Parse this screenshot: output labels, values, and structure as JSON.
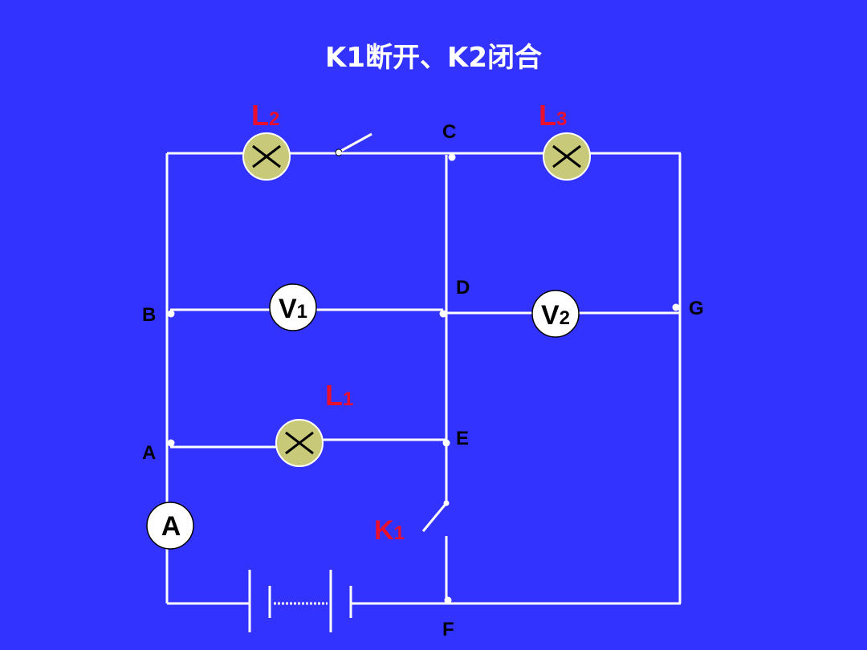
{
  "title": "K1断开、K2闭合",
  "labels": {
    "L2": {
      "main": "L",
      "sub": "2"
    },
    "L3": {
      "main": "L",
      "sub": "3"
    },
    "L1": {
      "main": "L",
      "sub": "1"
    },
    "K1": {
      "main": "K",
      "sub": "1"
    }
  },
  "meters": {
    "V1": {
      "main": "V",
      "sub": "1"
    },
    "V2": {
      "main": "V",
      "sub": "2"
    },
    "A": "A"
  },
  "nodes": {
    "A": "A",
    "B": "B",
    "C": "C",
    "D": "D",
    "E": "E",
    "F": "F",
    "G": "G"
  },
  "colors": {
    "background": "#3333ff",
    "label_red": "#e8102e",
    "lamp_fill": "#c9c97a",
    "wire": "#ffffff"
  }
}
